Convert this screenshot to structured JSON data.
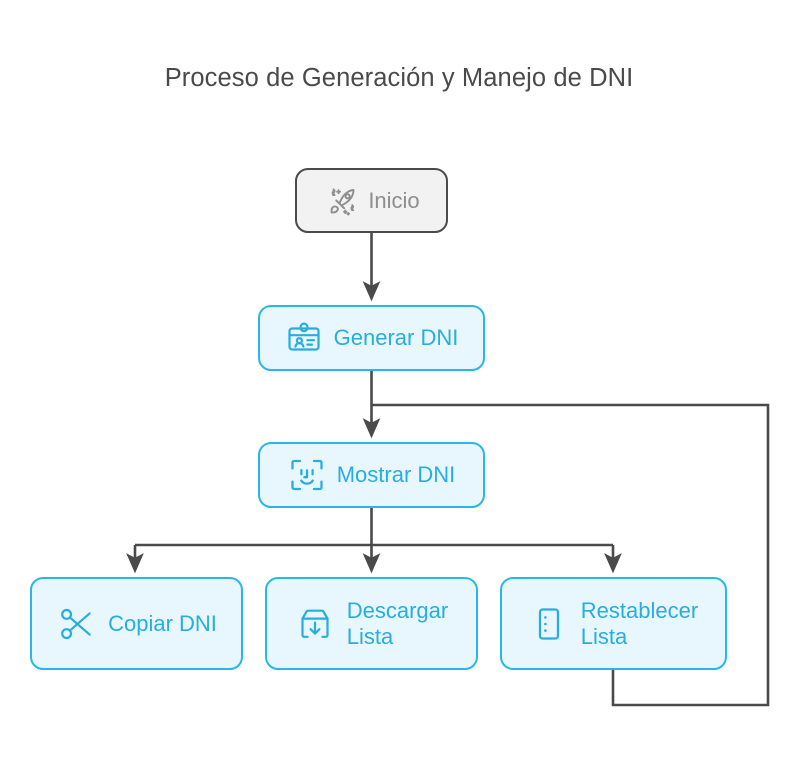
{
  "title": "Proceso de Generación y Manejo de DNI",
  "colors": {
    "background": "#ffffff",
    "title_text": "#4a4a4a",
    "accent_border": "#29b6e8",
    "accent_fill": "#e7f7fd",
    "accent_text": "#29ade0",
    "start_border": "#4b4b4b",
    "start_fill": "#f2f2f2",
    "start_text": "#8e8e8e",
    "edge": "#4a4a4a"
  },
  "nodes": [
    {
      "id": "inicio",
      "label": "Inicio",
      "icon": "rocket-sparkle-icon",
      "type": "start"
    },
    {
      "id": "generar",
      "label": "Generar DNI",
      "icon": "id-badge-icon",
      "type": "action"
    },
    {
      "id": "mostrar",
      "label": "Mostrar DNI",
      "icon": "face-scan-icon",
      "type": "action"
    },
    {
      "id": "copiar",
      "label": "Copiar DNI",
      "icon": "scissors-icon",
      "type": "action"
    },
    {
      "id": "descargar",
      "label": "Descargar\nLista",
      "icon": "download-box-icon",
      "type": "action"
    },
    {
      "id": "restablecer",
      "label": "Restablecer\nLista",
      "icon": "list-reset-icon",
      "type": "action"
    }
  ],
  "edges": [
    {
      "from": "inicio",
      "to": "generar",
      "style": "straight-arrow"
    },
    {
      "from": "generar",
      "to": "mostrar",
      "style": "straight-arrow"
    },
    {
      "from": "mostrar",
      "to": "copiar",
      "style": "branch-arrow"
    },
    {
      "from": "mostrar",
      "to": "descargar",
      "style": "branch-arrow"
    },
    {
      "from": "mostrar",
      "to": "restablecer",
      "style": "branch-arrow"
    },
    {
      "from": "restablecer",
      "to": "mostrar",
      "style": "loop-back"
    }
  ]
}
